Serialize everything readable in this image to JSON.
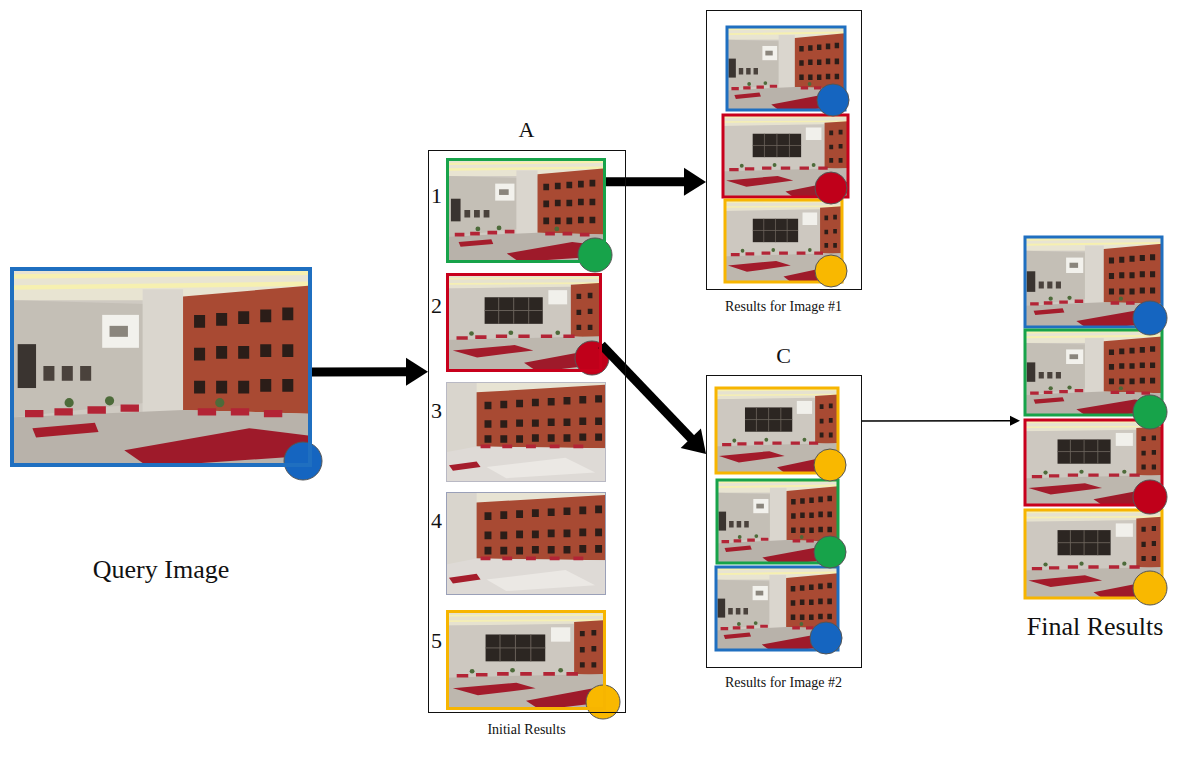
{
  "diagram": {
    "nodes": [
      {
        "text": [
          "Query Image"
        ]
      },
      {
        "text": [
          "A",
          "Initial Results"
        ]
      },
      {
        "text": [
          "1"
        ],
        "in": 1
      },
      {
        "text": [
          "2"
        ],
        "in": 1
      },
      {
        "text": [
          "3"
        ],
        "in": 1
      },
      {
        "text": [
          "4"
        ],
        "in": 1
      },
      {
        "text": [
          "5"
        ],
        "in": 1
      },
      {
        "text": [
          "Results for Image #1"
        ]
      },
      {
        "text": [
          "C",
          "Results for Image #2"
        ]
      },
      {
        "text": [
          "Final Results"
        ]
      }
    ],
    "edges": [
      {
        "from": 0,
        "to": 1,
        "arrow": "to"
      },
      {
        "from": 2,
        "to": 7,
        "arrow": "to"
      },
      {
        "from": 3,
        "to": 8,
        "arrow": "to"
      },
      {
        "from": 8,
        "to": 9,
        "arrow": "to"
      }
    ]
  }
}
